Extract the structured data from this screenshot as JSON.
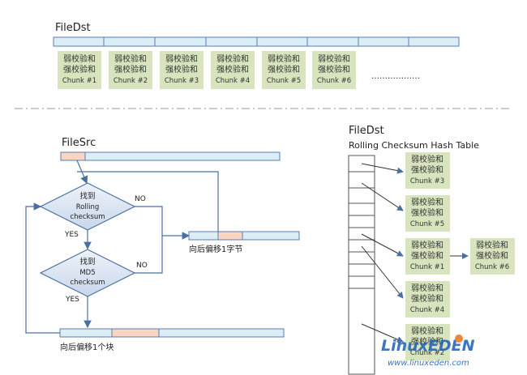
{
  "top": {
    "title": "FileDst",
    "chunks": [
      {
        "line1": "弱校验和",
        "line2": "强校验和",
        "line3": "Chunk #1"
      },
      {
        "line1": "弱校验和",
        "line2": "强校验和",
        "line3": "Chunk #2"
      },
      {
        "line1": "弱校验和",
        "line2": "强校验和",
        "line3": "Chunk #3"
      },
      {
        "line1": "弱校验和",
        "line2": "强校验和",
        "line3": "Chunk #4"
      },
      {
        "line1": "弱校验和",
        "line2": "强校验和",
        "line3": "Chunk #5"
      },
      {
        "line1": "弱校验和",
        "line2": "强校验和",
        "line3": "Chunk #6"
      }
    ],
    "ellipsis": "………………"
  },
  "left": {
    "title": "FileSrc",
    "diamond1": {
      "line1": "找到",
      "line2": "Rolling",
      "line3": "checksum"
    },
    "diamond2": {
      "line1": "找到",
      "line2": "MD5",
      "line3": "checksum"
    },
    "no1": "NO",
    "yes1": "YES",
    "no2": "NO",
    "yes2": "YES",
    "shift_byte": "向后偏移1字节",
    "shift_block": "向后偏移1个块"
  },
  "right": {
    "title": "FileDst",
    "subtitle": "Rolling Checksum Hash Table",
    "entries": [
      {
        "line1": "弱校验和",
        "line2": "强校验和",
        "line3": "Chunk #3"
      },
      {
        "line1": "弱校验和",
        "line2": "强校验和",
        "line3": "Chunk #5"
      },
      {
        "line1": "弱校验和",
        "line2": "强校验和",
        "line3": "Chunk #1"
      },
      {
        "line1": "弱校验和",
        "line2": "强校验和",
        "line3": "Chunk #6"
      },
      {
        "line1": "弱校验和",
        "line2": "强校验和",
        "line3": "Chunk #4"
      },
      {
        "line1": "弱校验和",
        "line2": "强校验和",
        "line3": "Chunk #2"
      }
    ]
  },
  "watermark": {
    "logo": "LinuxEDEN",
    "url": "www.linuxeden.com"
  },
  "colors": {
    "chunk_fill": "#d7e4bd",
    "bar_fill": "#dbeef4",
    "highlight_fill": "#fbd5c0",
    "diamond_fill": "#dce6f2",
    "line": "#4a6fa5"
  }
}
